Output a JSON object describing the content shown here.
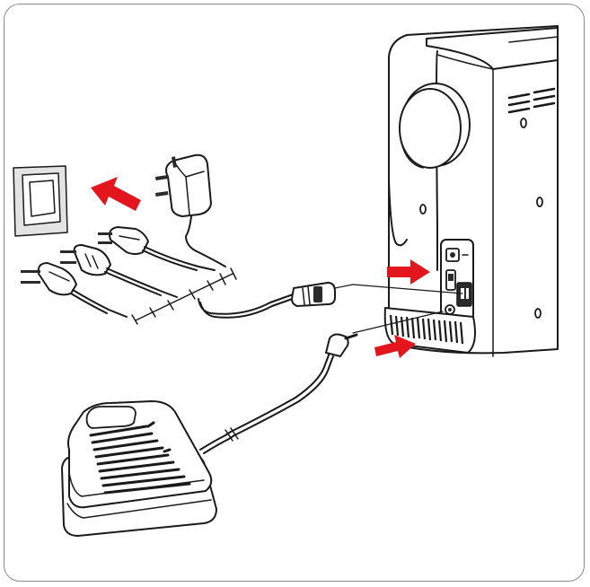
{
  "figure": {
    "colors": {
      "arrow": "#e3161e",
      "line": "#1a1a1a",
      "frame": "#8a8a8a",
      "panel_gray": "#e3e3e3",
      "background": "#ffffff"
    },
    "arrows": [
      {
        "name": "arrow-to-wall-outlet",
        "direction": "up-left"
      },
      {
        "name": "arrow-to-power-socket",
        "direction": "right"
      },
      {
        "name": "arrow-to-foot-control-socket",
        "direction": "right"
      }
    ],
    "components": [
      "wall-outlet",
      "uk-plug-adapter",
      "eu-plug",
      "us-plug",
      "eu-plug",
      "appliance-connector",
      "foot-control",
      "sewing-machine"
    ]
  }
}
